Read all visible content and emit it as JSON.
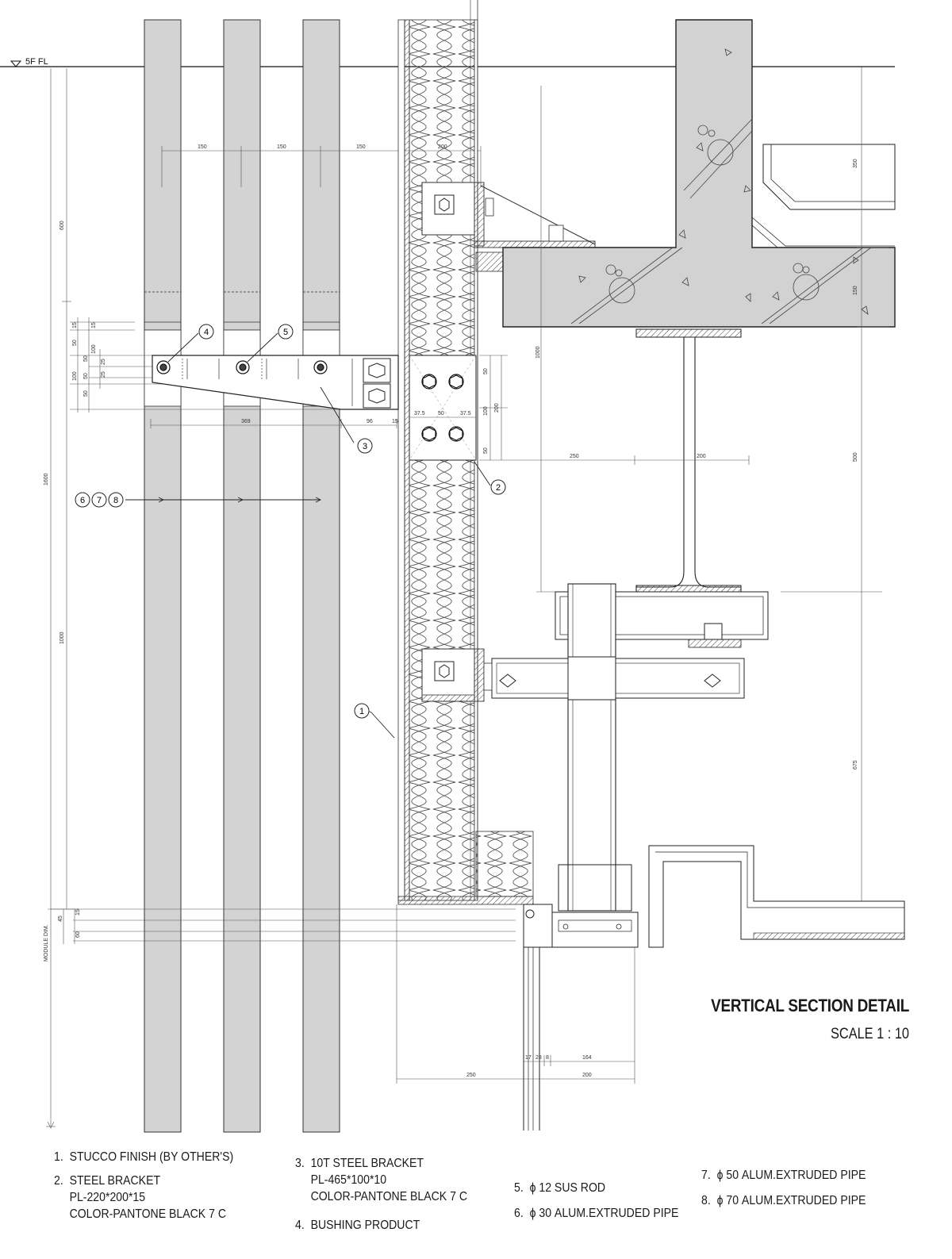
{
  "level_label": "5F FL",
  "callout_numbers": [
    "1",
    "2",
    "3",
    "4",
    "5",
    "6",
    "7",
    "8"
  ],
  "dimensions": {
    "top_spacing": [
      "150",
      "150",
      "150",
      "200"
    ],
    "left_side": [
      "600",
      "1600",
      "1000",
      "MODULE DIM."
    ],
    "bracket_small": [
      "15",
      "15",
      "50",
      "100",
      "50",
      "25",
      "25",
      "100",
      "50",
      "50"
    ],
    "bracket_length": [
      "369",
      "96",
      "15"
    ],
    "plate": [
      "37.5",
      "50",
      "37.5",
      "50",
      "100",
      "50",
      "200"
    ],
    "beam_offsets": [
      "250",
      "200"
    ],
    "right_side": [
      "350",
      "150",
      "1000",
      "500",
      "675"
    ],
    "bottom_small": [
      "45",
      "15",
      "60"
    ],
    "window": [
      "17",
      "28",
      "8",
      "164",
      "250",
      "200"
    ]
  },
  "title": "VERTICAL SECTION DETAIL",
  "scale": "SCALE 1 : 10",
  "notes": [
    {
      "num": "1.",
      "text": "STUCCO FINISH (BY OTHER'S)"
    },
    {
      "num": "2.",
      "text": "STEEL BRACKET\nPL-220*200*15\nCOLOR-PANTONE BLACK 7 C"
    },
    {
      "num": "3.",
      "text": "10T STEEL BRACKET\nPL-465*100*10\nCOLOR-PANTONE BLACK 7 C"
    },
    {
      "num": "4.",
      "text": "BUSHING PRODUCT"
    },
    {
      "num": "5.",
      "text": "ϕ 12 SUS ROD"
    },
    {
      "num": "6.",
      "text": "ϕ 30 ALUM.EXTRUDED PIPE"
    },
    {
      "num": "7.",
      "text": "ϕ 50 ALUM.EXTRUDED PIPE"
    },
    {
      "num": "8.",
      "text": "ϕ 70 ALUM.EXTRUDED PIPE"
    }
  ]
}
